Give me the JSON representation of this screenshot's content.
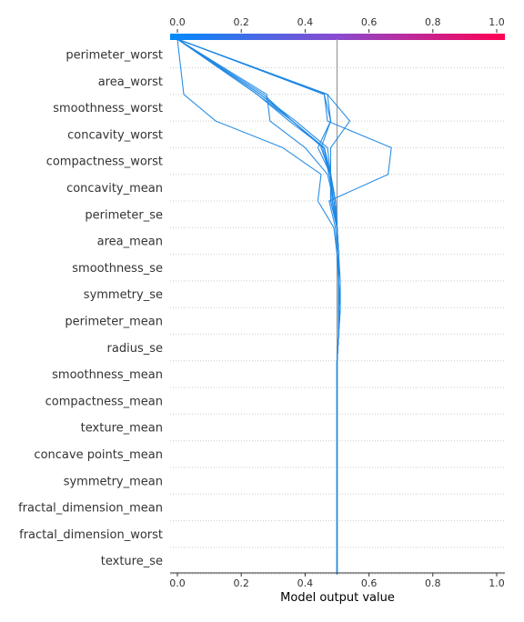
{
  "chart_data": {
    "type": "line",
    "subtype": "shap-decision-plot",
    "xlabel": "Model output value",
    "xlim": [
      0,
      1.0
    ],
    "x_ticks": [
      "0.0",
      "0.2",
      "0.4",
      "0.6",
      "0.8",
      "1.0"
    ],
    "base_value": 0.5,
    "features": [
      "perimeter_worst",
      "area_worst",
      "smoothness_worst",
      "concavity_worst",
      "compactness_worst",
      "concavity_mean",
      "perimeter_se",
      "area_mean",
      "smoothness_se",
      "symmetry_se",
      "perimeter_mean",
      "radius_se",
      "smoothness_mean",
      "compactness_mean",
      "texture_mean",
      "concave points_mean",
      "symmetry_mean",
      "fractal_dimension_mean",
      "fractal_dimension_worst",
      "texture_se"
    ],
    "colorbar": {
      "from": "#008bfb",
      "mid": "#8a4ad0",
      "to": "#ff0052"
    },
    "line_color": "#1e88e5",
    "series": [
      {
        "values": [
          0.5,
          0.5,
          0.5,
          0.5,
          0.5,
          0.5,
          0.5,
          0.5,
          0.5,
          0.5,
          0.505,
          0.505,
          0.505,
          0.505,
          0.5,
          0.495,
          0.48,
          0.46,
          0.36,
          0.25,
          0.0
        ]
      },
      {
        "values": [
          0.5,
          0.5,
          0.5,
          0.5,
          0.5,
          0.5,
          0.5,
          0.5,
          0.5,
          0.5,
          0.505,
          0.505,
          0.505,
          0.505,
          0.5,
          0.495,
          0.48,
          0.47,
          0.37,
          0.26,
          0.0
        ]
      },
      {
        "values": [
          0.5,
          0.5,
          0.5,
          0.5,
          0.5,
          0.5,
          0.5,
          0.5,
          0.5,
          0.5,
          0.505,
          0.505,
          0.505,
          0.505,
          0.5,
          0.495,
          0.475,
          0.46,
          0.35,
          0.25,
          0.0
        ]
      },
      {
        "values": [
          0.5,
          0.5,
          0.5,
          0.5,
          0.5,
          0.5,
          0.5,
          0.5,
          0.5,
          0.5,
          0.505,
          0.505,
          0.505,
          0.505,
          0.5,
          0.49,
          0.475,
          0.455,
          0.36,
          0.27,
          0.0
        ]
      },
      {
        "values": [
          0.5,
          0.5,
          0.5,
          0.5,
          0.5,
          0.5,
          0.5,
          0.5,
          0.5,
          0.5,
          0.505,
          0.51,
          0.51,
          0.505,
          0.5,
          0.48,
          0.48,
          0.46,
          0.36,
          0.26,
          0.0
        ]
      },
      {
        "values": [
          0.5,
          0.5,
          0.5,
          0.5,
          0.5,
          0.5,
          0.5,
          0.5,
          0.5,
          0.5,
          0.505,
          0.51,
          0.505,
          0.5,
          0.49,
          0.44,
          0.45,
          0.33,
          0.12,
          0.02,
          0.0
        ]
      },
      {
        "values": [
          0.5,
          0.5,
          0.5,
          0.5,
          0.5,
          0.5,
          0.5,
          0.5,
          0.5,
          0.5,
          0.505,
          0.51,
          0.505,
          0.5,
          0.495,
          0.475,
          0.66,
          0.67,
          0.47,
          0.46,
          0.0
        ]
      },
      {
        "values": [
          0.5,
          0.5,
          0.5,
          0.5,
          0.5,
          0.5,
          0.5,
          0.5,
          0.5,
          0.5,
          0.505,
          0.505,
          0.505,
          0.505,
          0.5,
          0.485,
          0.48,
          0.48,
          0.54,
          0.47,
          0.0
        ]
      },
      {
        "values": [
          0.5,
          0.5,
          0.5,
          0.5,
          0.5,
          0.5,
          0.5,
          0.5,
          0.5,
          0.5,
          0.505,
          0.505,
          0.505,
          0.505,
          0.5,
          0.48,
          0.48,
          0.44,
          0.48,
          0.47,
          0.0
        ]
      },
      {
        "values": [
          0.5,
          0.5,
          0.5,
          0.5,
          0.5,
          0.5,
          0.5,
          0.5,
          0.5,
          0.5,
          0.505,
          0.505,
          0.505,
          0.505,
          0.5,
          0.485,
          0.48,
          0.45,
          0.48,
          0.46,
          0.0
        ]
      },
      {
        "values": [
          0.5,
          0.5,
          0.5,
          0.5,
          0.5,
          0.5,
          0.5,
          0.5,
          0.5,
          0.5,
          0.505,
          0.505,
          0.505,
          0.505,
          0.5,
          0.49,
          0.47,
          0.4,
          0.29,
          0.28,
          0.0
        ]
      }
    ]
  }
}
